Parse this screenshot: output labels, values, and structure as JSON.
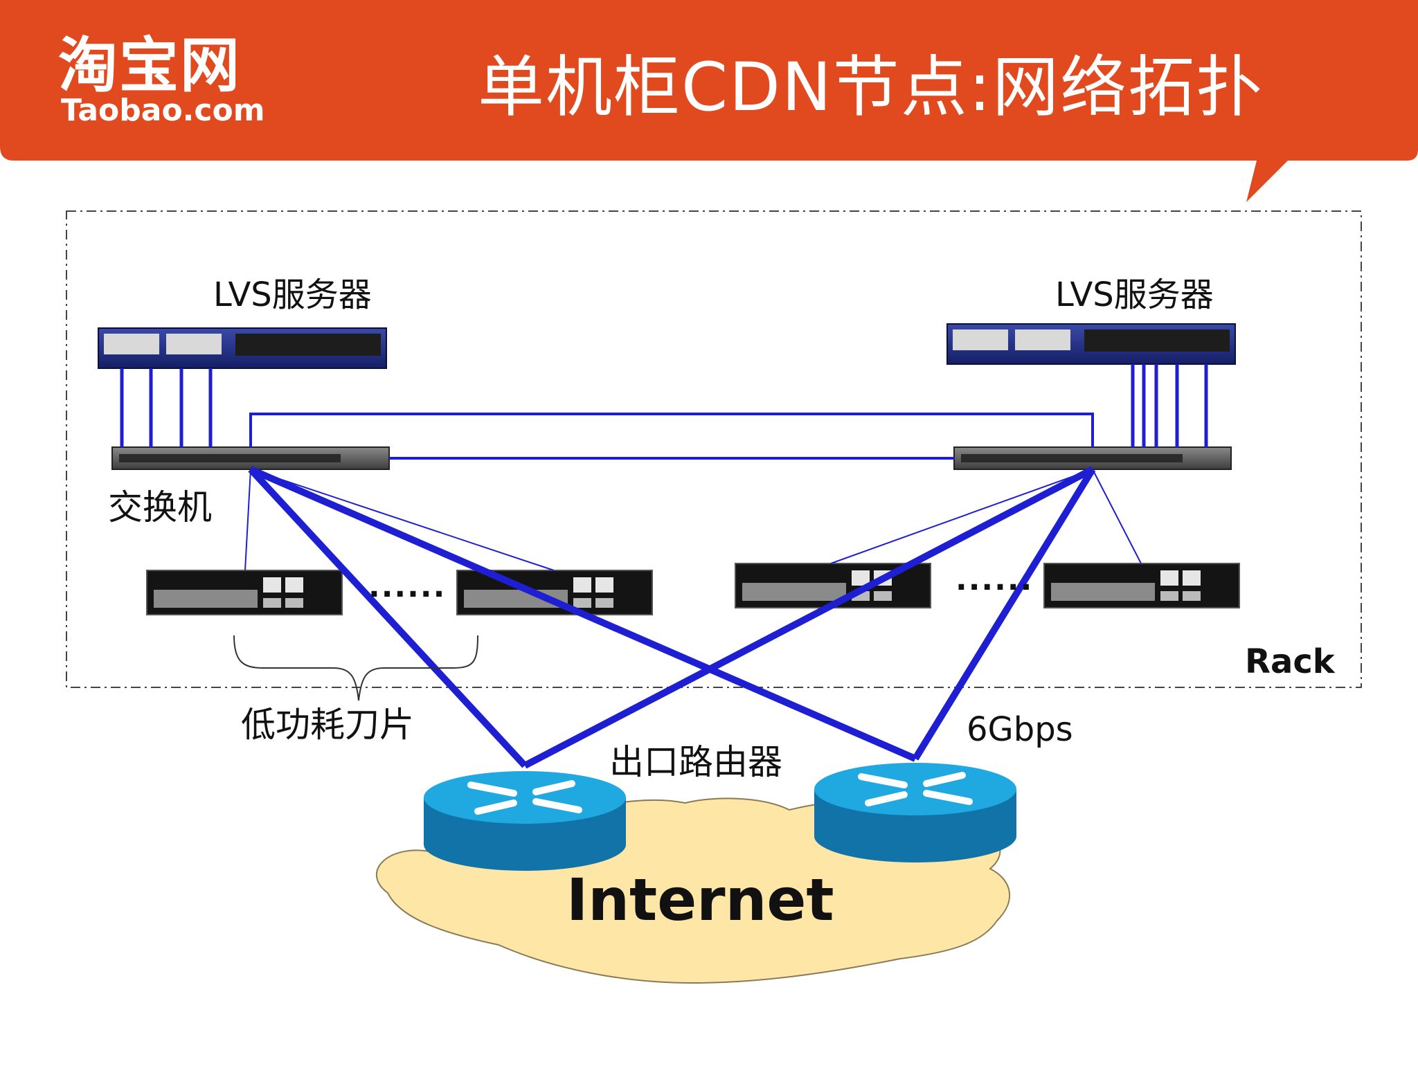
{
  "header": {
    "logo_cn": "淘宝网",
    "logo_en": "Taobao.com",
    "title": "单机柜CDN节点:网络拓扑",
    "bg_color": "#E04A1E"
  },
  "diagram": {
    "lvs_left_label": "LVS服务器",
    "lvs_right_label": "LVS服务器",
    "switch_label": "交换机",
    "blade_label": "低功耗刀片",
    "router_label": "出口路由器",
    "bandwidth_label": "6Gbps",
    "rack_label": "Rack",
    "cloud_label": "Internet",
    "ellipsis_left": "......",
    "ellipsis_right": "......",
    "link_color": "#1E1ED2",
    "router_color": "#1FA9E0",
    "cloud_color": "#FDE6A6"
  }
}
